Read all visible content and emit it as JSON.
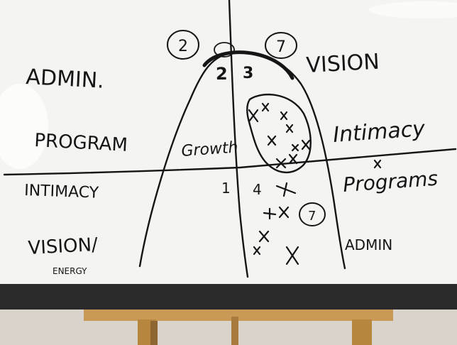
{
  "board": {
    "left_labels": {
      "admin": "ADMIN.",
      "program": "PROGRAM",
      "intimacy": "INTIMACY",
      "vision_energy": "VISION/",
      "energy": "ENERGY"
    },
    "right_labels": {
      "vision": "VISION",
      "intimacy": "Intimacy",
      "programs": "Programs",
      "admin": "ADMIN"
    },
    "circled_numbers": {
      "top_left": "2",
      "top_right": "7",
      "lower_right": "7"
    },
    "quadrant_numbers": {
      "q2": "2",
      "q3": "3",
      "q1": "1",
      "q4": "4"
    },
    "center_label": "Growth"
  },
  "colors": {
    "board": "#f4f4f2",
    "ink": "#151515",
    "frame": "#2a2a2a",
    "easel_wood": "#c89a55",
    "background": "#d9d3cc"
  }
}
